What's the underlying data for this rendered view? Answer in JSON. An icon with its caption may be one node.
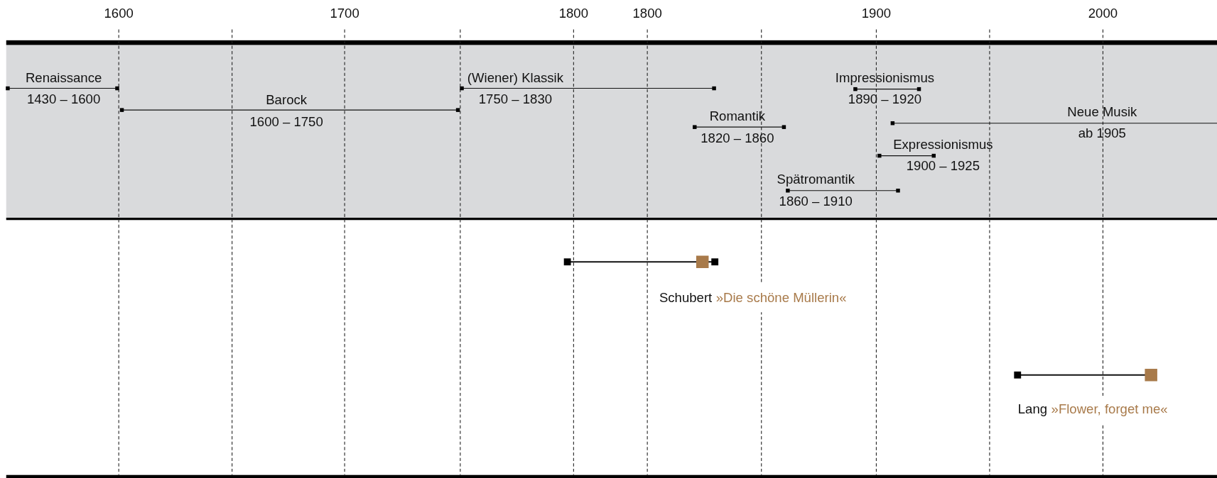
{
  "diagram": {
    "nodes": [
      {
        "text": [
          "Renaissance",
          "1430 – 1600"
        ]
      },
      {
        "text": [
          "Barock",
          "1600 – 1750"
        ]
      },
      {
        "text": [
          "(Wiener) Klassik",
          "1750 – 1830"
        ]
      },
      {
        "text": [
          "Romantik",
          "1820 – 1860"
        ]
      },
      {
        "text": [
          "Impressionismus",
          "1890 – 1920"
        ]
      },
      {
        "text": [
          "Neue Musik",
          "ab 1905"
        ]
      },
      {
        "text": [
          "Expressionismus",
          "1900 – 1925"
        ]
      },
      {
        "text": [
          "Spätromantik",
          "1860 – 1910"
        ]
      },
      {
        "text": [
          "Schubert",
          "»Die schöne Müllerin«"
        ]
      },
      {
        "text": [
          "Lang",
          "»Flower, forget me«"
        ]
      }
    ],
    "labels": [
      "1600",
      "1700",
      "1800",
      "1800",
      "1900",
      "2000"
    ]
  }
}
